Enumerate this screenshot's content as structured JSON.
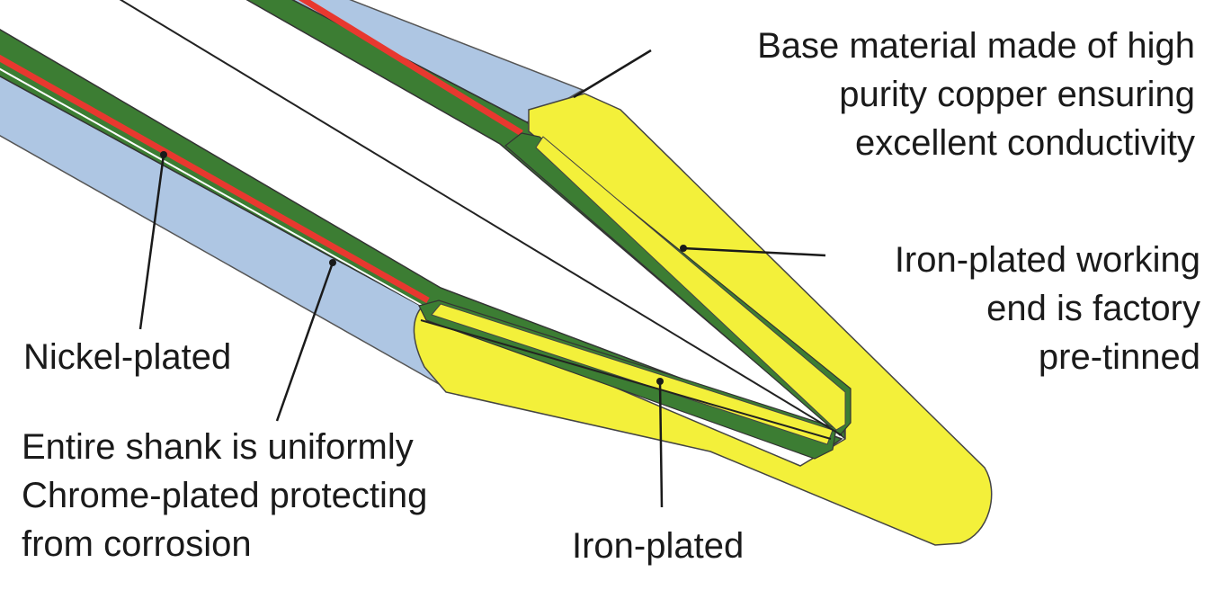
{
  "labels": {
    "base_material": [
      "Base material made of high",
      "purity copper ensuring",
      "excellent conductivity"
    ],
    "working_end": [
      "Iron-plated working",
      "end is factory",
      "pre-tinned"
    ],
    "nickel": [
      "Nickel-plated"
    ],
    "shank": [
      "Entire shank is uniformly",
      "Chrome-plated protecting",
      "from corrosion"
    ],
    "iron_plated": [
      "Iron-plated"
    ]
  },
  "colors": {
    "chrome_shank": "#aec6e3",
    "nickel_layer": "#e8382f",
    "iron_layer": "#3c7d33",
    "tin_tip": "#f3f03a",
    "outline": "#333333",
    "leader": "#1a1a1a"
  }
}
